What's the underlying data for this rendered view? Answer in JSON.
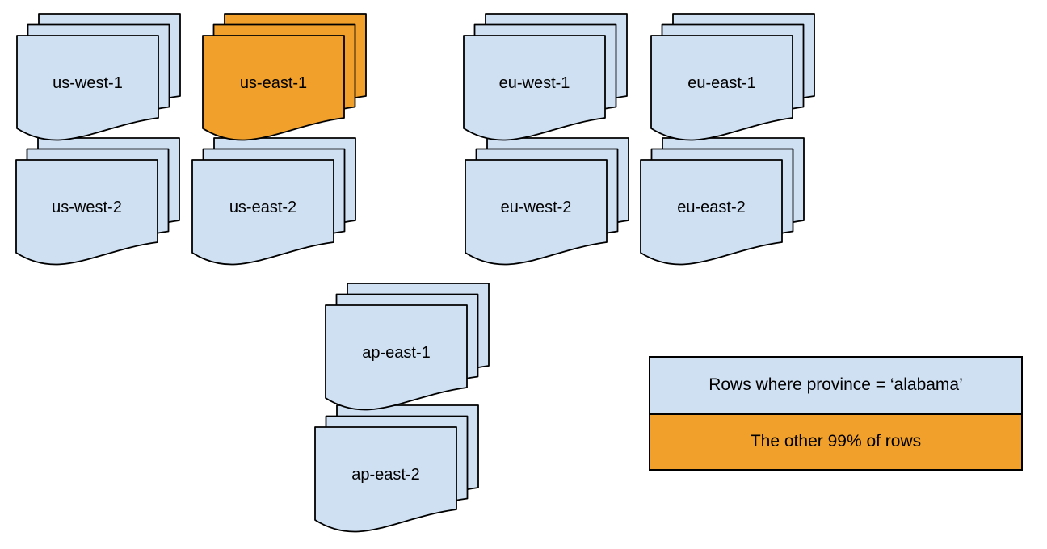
{
  "colors": {
    "region_fill": "#cfe0f3",
    "highlight_fill": "#f0a02b",
    "stroke": "#000000",
    "text": "#000000",
    "background": "#ffffff"
  },
  "stacks": [
    {
      "id": "us-west-1",
      "label": "us-west-1",
      "highlighted": false
    },
    {
      "id": "us-east-1",
      "label": "us-east-1",
      "highlighted": true
    },
    {
      "id": "eu-west-1",
      "label": "eu-west-1",
      "highlighted": false
    },
    {
      "id": "eu-east-1",
      "label": "eu-east-1",
      "highlighted": false
    },
    {
      "id": "us-west-2",
      "label": "us-west-2",
      "highlighted": false
    },
    {
      "id": "us-east-2",
      "label": "us-east-2",
      "highlighted": false
    },
    {
      "id": "eu-west-2",
      "label": "eu-west-2",
      "highlighted": false
    },
    {
      "id": "eu-east-2",
      "label": "eu-east-2",
      "highlighted": false
    },
    {
      "id": "ap-east-1",
      "label": "ap-east-1",
      "highlighted": false
    },
    {
      "id": "ap-east-2",
      "label": "ap-east-2",
      "highlighted": false
    }
  ],
  "legend": {
    "items": [
      {
        "label": "Rows where province = ‘alabama’",
        "color_key": "region_fill"
      },
      {
        "label": "The other 99% of rows",
        "color_key": "highlight_fill"
      }
    ]
  }
}
